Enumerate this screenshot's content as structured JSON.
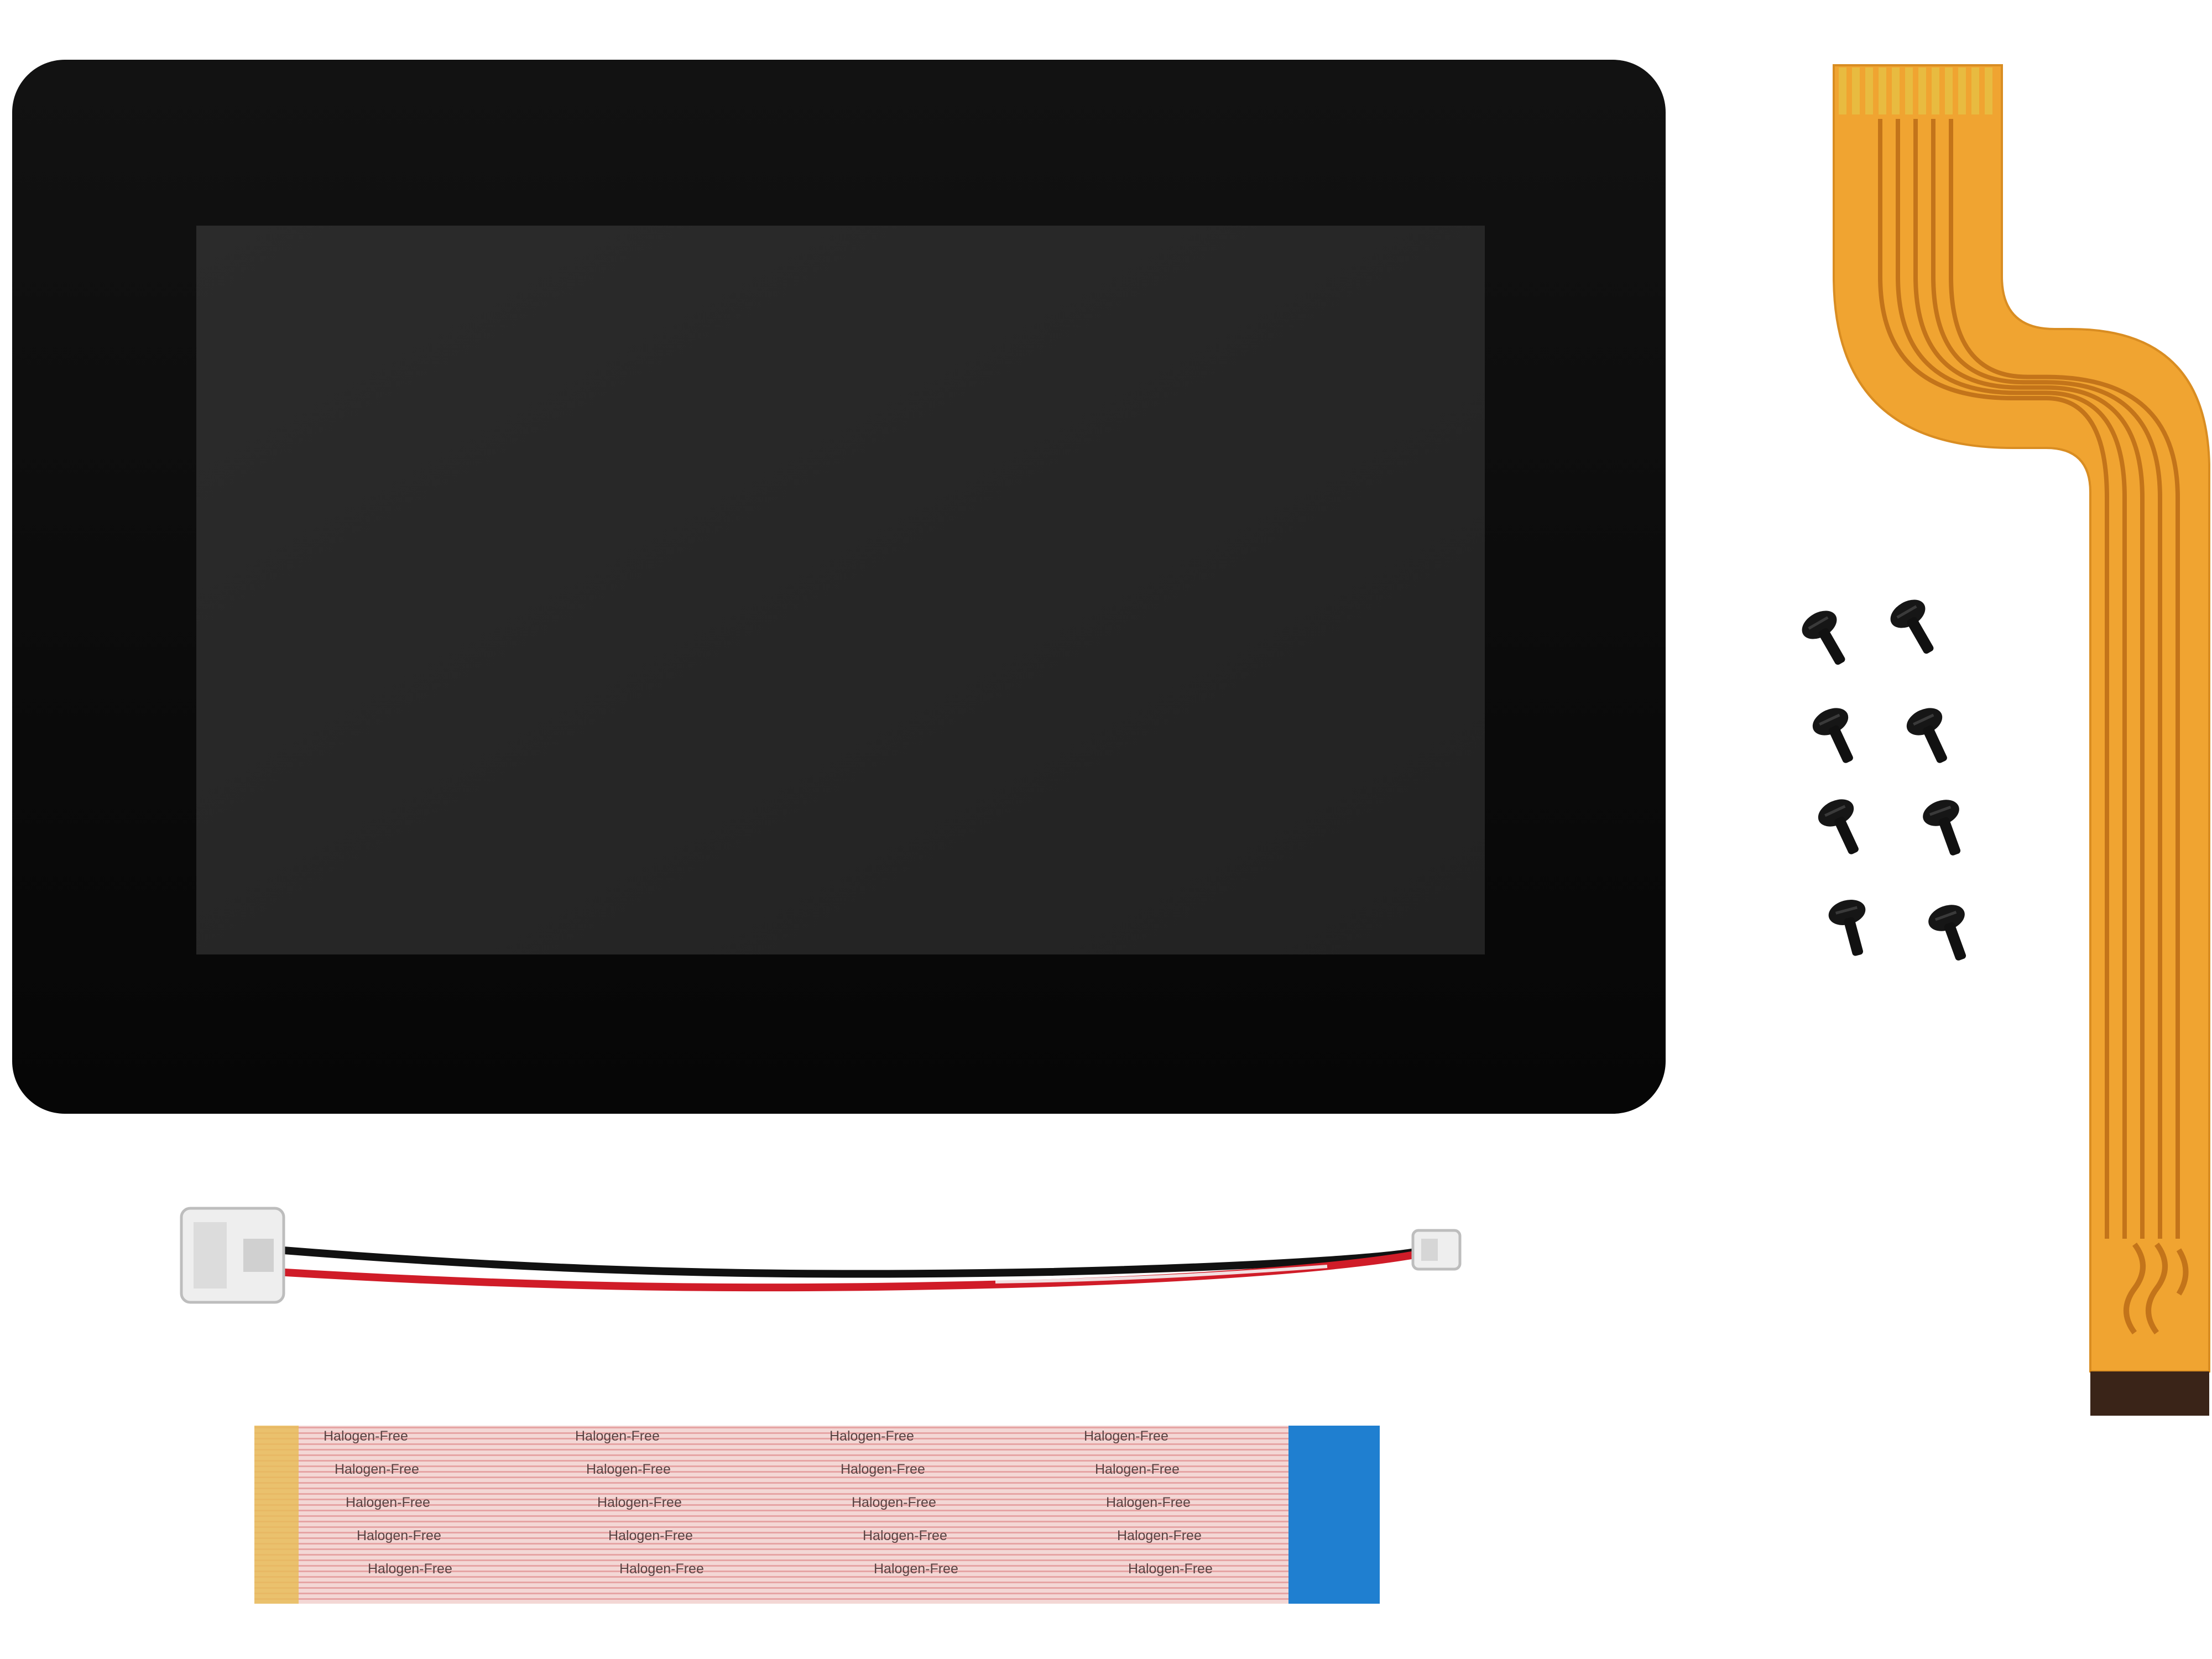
{
  "scene": {
    "background": "#ffffff",
    "objects": [
      "touch-display-panel",
      "fpc-flex-cable",
      "mounting-screws",
      "power-jumper-cable",
      "ribbon-ffc-cable"
    ],
    "screw_count": 8
  },
  "display": {
    "bezel_color": "#0b0b0b",
    "screen_color": "#262626"
  },
  "fpc_cable": {
    "color": "#f0a431",
    "trace_color": "#c3741a",
    "contact_color": "#e8bb40",
    "stiffener_color": "#3a2418"
  },
  "power_cable": {
    "wire_colors": [
      "#111111",
      "#d01c28"
    ],
    "connector_color": "#eeeeee"
  },
  "ribbon_cable": {
    "label": "Halogen-Free",
    "base_color": "#f3d7d5",
    "stripe_color": "#e6a4a4",
    "tab_color": "#1f7fd0",
    "contact_color": "#e7bd5a",
    "rows": [
      [
        "Halogen-Free",
        "Halogen-Free",
        "Halogen-Free",
        "Halogen-Free"
      ],
      [
        "Halogen-Free",
        "Halogen-Free",
        "Halogen-Free",
        "Halogen-Free"
      ],
      [
        "Halogen-Free",
        "Halogen-Free",
        "Halogen-Free",
        "Halogen-Free"
      ],
      [
        "Halogen-Free",
        "Halogen-Free",
        "Halogen-Free",
        "Halogen-Free"
      ],
      [
        "Halogen-Free",
        "Halogen-Free",
        "Halogen-Free",
        "Halogen-Free"
      ]
    ]
  }
}
